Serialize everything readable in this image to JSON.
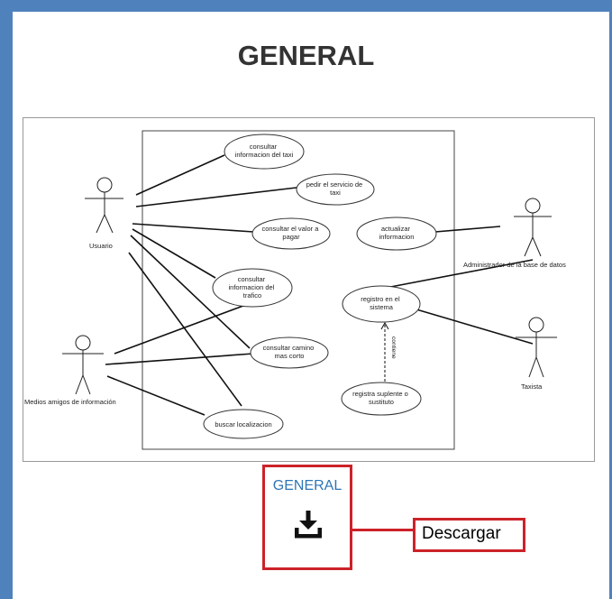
{
  "page": {
    "title": "GENERAL"
  },
  "diagram": {
    "actors": {
      "usuario": "Usuario",
      "medios": "Medios amigos de información",
      "administrador": "Administrador de la base de datos",
      "taxista": "Taxista"
    },
    "use_cases": {
      "consultar_info_taxi": [
        "consultar",
        "informacion del taxi"
      ],
      "pedir_servicio": [
        "pedir el servicio de",
        "taxi"
      ],
      "consultar_valor": [
        "consultar el valor a",
        "pagar"
      ],
      "consultar_trafico": [
        "consultar",
        "informacion del",
        "trafico"
      ],
      "consultar_camino": [
        "consultar camino",
        "mas corto"
      ],
      "buscar_localizacion": [
        "buscar localizacion"
      ],
      "actualizar_info": [
        "actualizar",
        "informacion"
      ],
      "registro_sistema": [
        "registro en el",
        "sistema"
      ],
      "registra_suplente": [
        "registra suplente o",
        "sustituto"
      ]
    },
    "relation_label": "contiene"
  },
  "download": {
    "label": "GENERAL",
    "icon": "download-icon",
    "callout": "Descargar",
    "highlight_color": "#cc2229",
    "link_color": "#2e75b6"
  }
}
